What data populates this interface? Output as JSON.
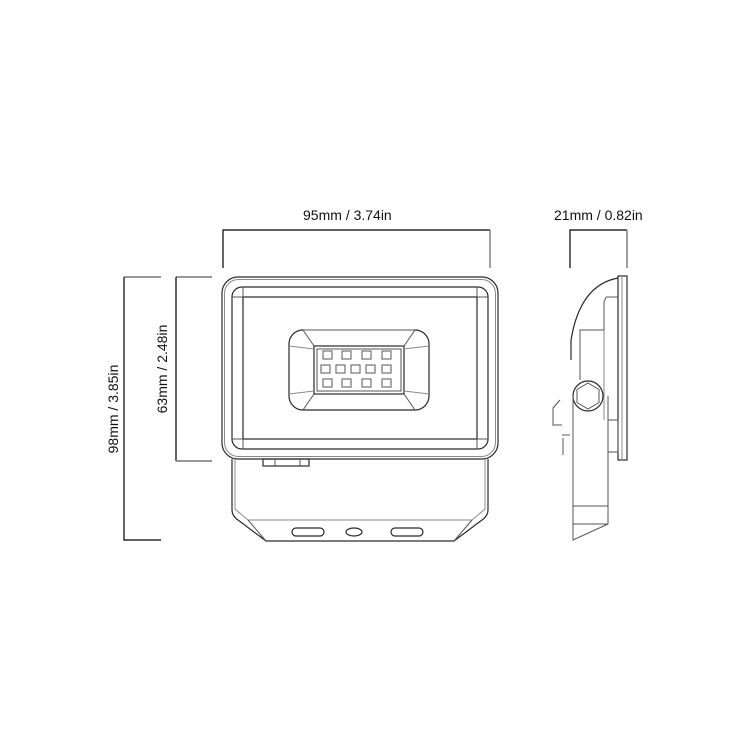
{
  "diagram": {
    "subject": "LED floodlight dimension drawing",
    "views": {
      "front": {
        "label": "front-view",
        "led_rows": [
          4,
          5,
          4
        ]
      },
      "side": {
        "label": "side-view"
      }
    },
    "dimensions": {
      "width": {
        "text": "95mm / 3.74in",
        "mm": 95,
        "in": 3.74
      },
      "depth": {
        "text": "21mm / 0.82in",
        "mm": 21,
        "in": 0.82
      },
      "total_height": {
        "text": "98mm / 3.85in",
        "mm": 98,
        "in": 3.85
      },
      "body_height": {
        "text": "63mm / 2.48in",
        "mm": 63,
        "in": 2.48
      }
    },
    "colors": {
      "outline": "#2a2a2a",
      "light_outline": "#8a8a8a",
      "background": "#ffffff",
      "text": "#111111"
    }
  }
}
